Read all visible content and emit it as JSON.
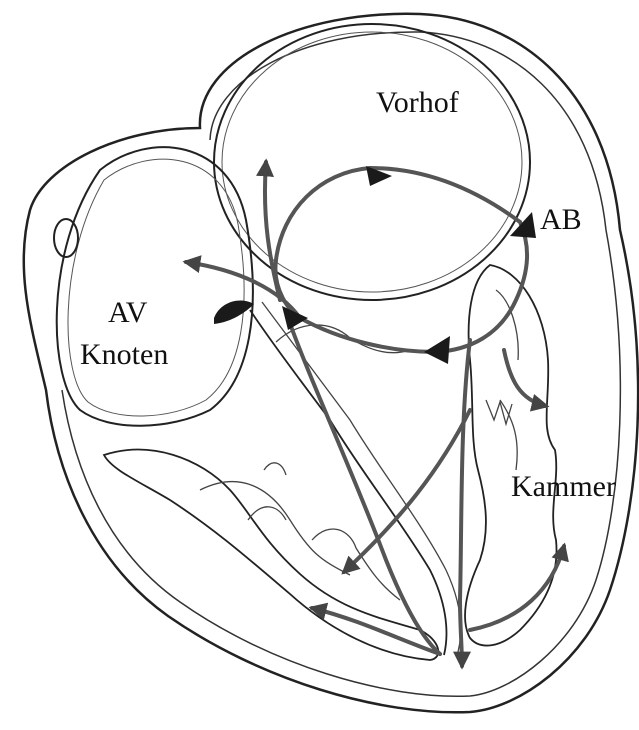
{
  "labels": {
    "vorhof": "Vorhof",
    "ab": "AB",
    "av": "AV",
    "knoten": "Knoten",
    "kammer": "Kammer"
  },
  "colors": {
    "outline": "#222222",
    "pathway": "#555555",
    "arrowhead": "#1a1a1a",
    "background": "#ffffff"
  }
}
